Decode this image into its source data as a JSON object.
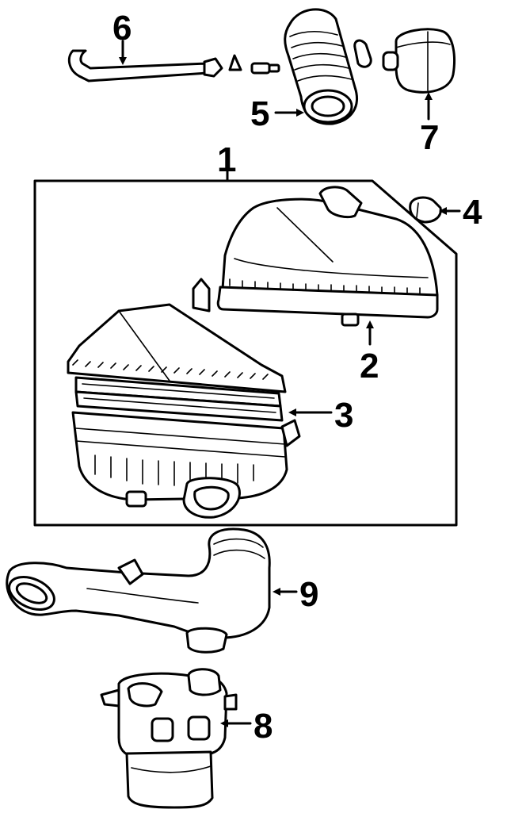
{
  "callouts": {
    "c1": "1",
    "c2": "2",
    "c3": "3",
    "c4": "4",
    "c5": "5",
    "c6": "6",
    "c7": "7",
    "c8": "8",
    "c9": "9"
  },
  "colors": {
    "ink": "#000000",
    "background": "#ffffff"
  }
}
